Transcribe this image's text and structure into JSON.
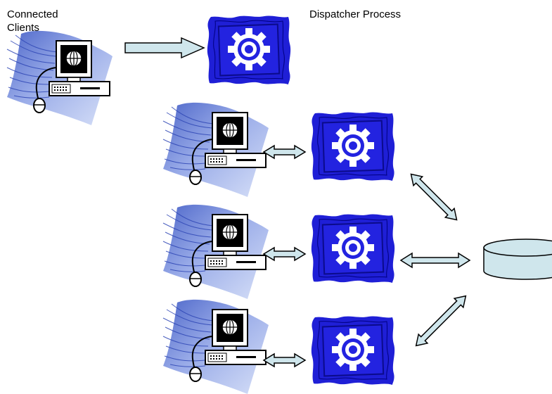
{
  "labels": {
    "connected_clients_line1": "Connected",
    "connected_clients_line2": "Clients",
    "dispatcher_process": "Dispatcher Process"
  },
  "colors": {
    "server_blue": "#1f1fd6",
    "server_inner": "#ffffff",
    "streak_light": "#d3ddf7",
    "streak_dark": "#3a56c4",
    "arrow_fill": "#cfe6ec",
    "db_fill": "#cfe6ec",
    "outline": "#000000"
  },
  "icons": {
    "client": "computer-terminal-icon",
    "server": "gear-process-icon",
    "database": "database-cylinder-icon"
  }
}
